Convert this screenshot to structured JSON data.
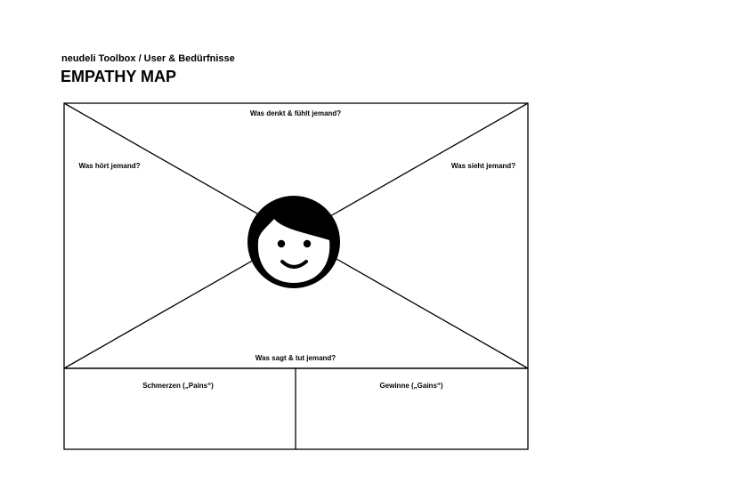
{
  "header": {
    "breadcrumb": "neudeli Toolbox  /  User & Bedürfnisse",
    "title": "EMPATHY MAP"
  },
  "map": {
    "thinks_feels": "Was denkt & fühlt jemand?",
    "hears": "Was hört jemand?",
    "sees": "Was sieht jemand?",
    "says_does": "Was sagt & tut jemand?",
    "pains": "Schmerzen („Pains“)",
    "gains": "Gewinne („Gains“)"
  }
}
